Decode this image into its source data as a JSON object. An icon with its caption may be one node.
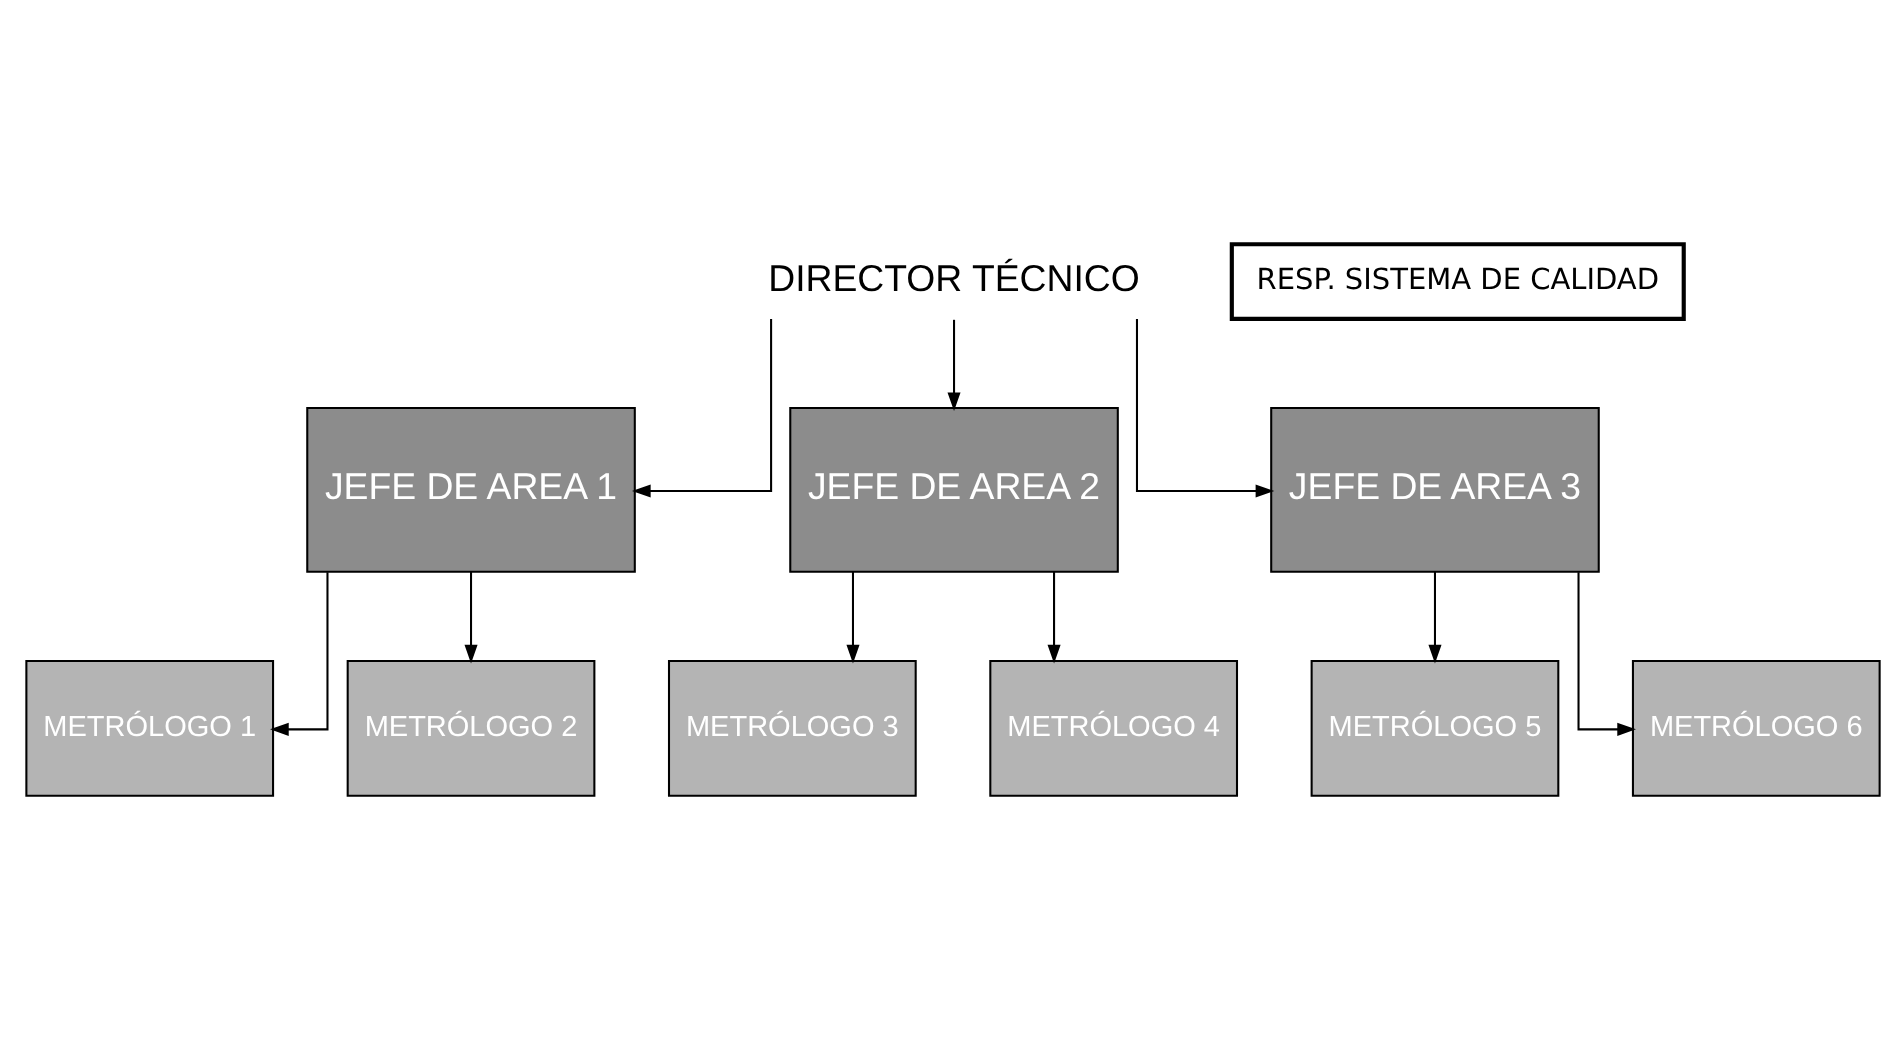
{
  "diagram": {
    "nodes": [
      {
        "text": [
          "DIRECTOR TÉCNICO"
        ]
      },
      {
        "text": [
          "RESP. SISTEMA DE CALIDAD"
        ]
      },
      {
        "text": [
          "JEFE DE AREA 1"
        ]
      },
      {
        "text": [
          "JEFE DE AREA 2"
        ]
      },
      {
        "text": [
          "JEFE DE AREA 3"
        ]
      },
      {
        "text": [
          "METRÓLOGO 1"
        ]
      },
      {
        "text": [
          "METRÓLOGO 2"
        ]
      },
      {
        "text": [
          "METRÓLOGO 3"
        ]
      },
      {
        "text": [
          "METRÓLOGO 4"
        ]
      },
      {
        "text": [
          "METRÓLOGO 5"
        ]
      },
      {
        "text": [
          "METRÓLOGO 6"
        ]
      }
    ],
    "edges": [
      {
        "from": 0,
        "to": 2,
        "arrow": "to"
      },
      {
        "from": 0,
        "to": 3,
        "arrow": "to"
      },
      {
        "from": 0,
        "to": 4,
        "arrow": "to"
      },
      {
        "from": 2,
        "to": 5,
        "arrow": "to"
      },
      {
        "from": 2,
        "to": 6,
        "arrow": "to"
      },
      {
        "from": 3,
        "to": 7,
        "arrow": "to"
      },
      {
        "from": 3,
        "to": 8,
        "arrow": "to"
      },
      {
        "from": 4,
        "to": 9,
        "arrow": "to"
      },
      {
        "from": 4,
        "to": 10,
        "arrow": "to"
      }
    ]
  }
}
